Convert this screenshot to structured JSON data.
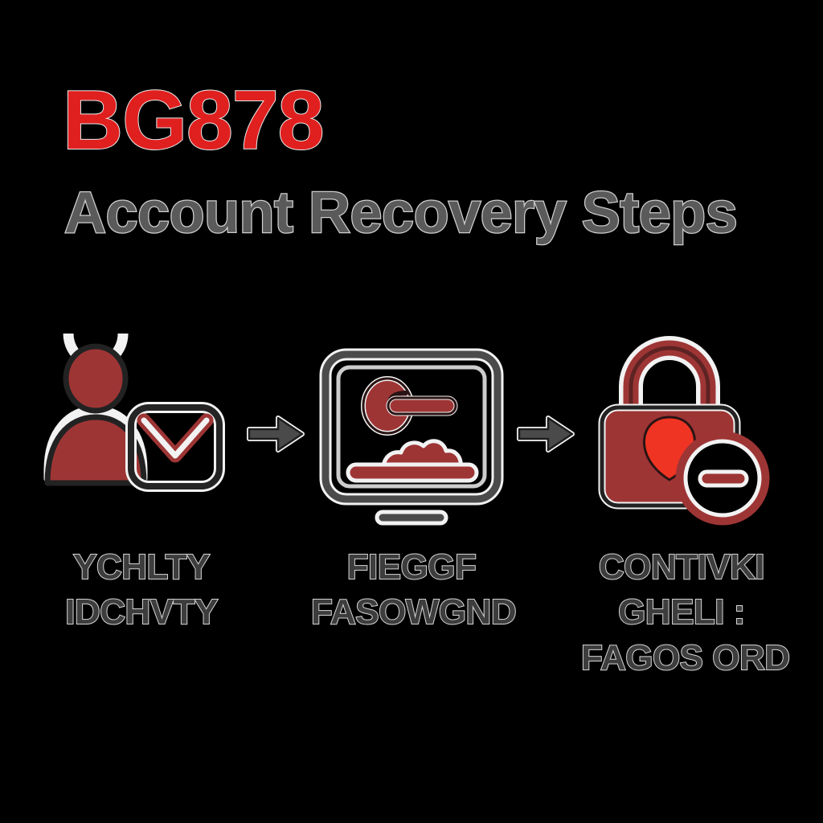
{
  "header": {
    "title": "BG878",
    "subtitle": "Account Recovery Steps"
  },
  "colors": {
    "background": "#000000",
    "title_red": "#e0201f",
    "icon_red": "#9e3535",
    "icon_red_bright": "#f03423",
    "outline_dark": "#222222",
    "halo_light": "#f2f2f2",
    "caption_fill": "#3d3d3d",
    "caption_stroke": "#d6d6d6",
    "arrow_gray": "#4a4a4a"
  },
  "steps": [
    {
      "icon": "user-envelope-icon",
      "caption_lines": [
        "YCHLTY",
        "IDCHVTY"
      ]
    },
    {
      "icon": "monitor-key-cloud-icon",
      "caption_lines": [
        "FIEGGF",
        "FASOWGND"
      ]
    },
    {
      "icon": "padlock-minus-icon",
      "caption_lines": [
        "CONTIVKI",
        "GHELI :",
        "FAGOS ORD"
      ]
    }
  ],
  "arrows": [
    {
      "name": "arrow-right-icon-1"
    },
    {
      "name": "arrow-right-icon-2"
    }
  ]
}
